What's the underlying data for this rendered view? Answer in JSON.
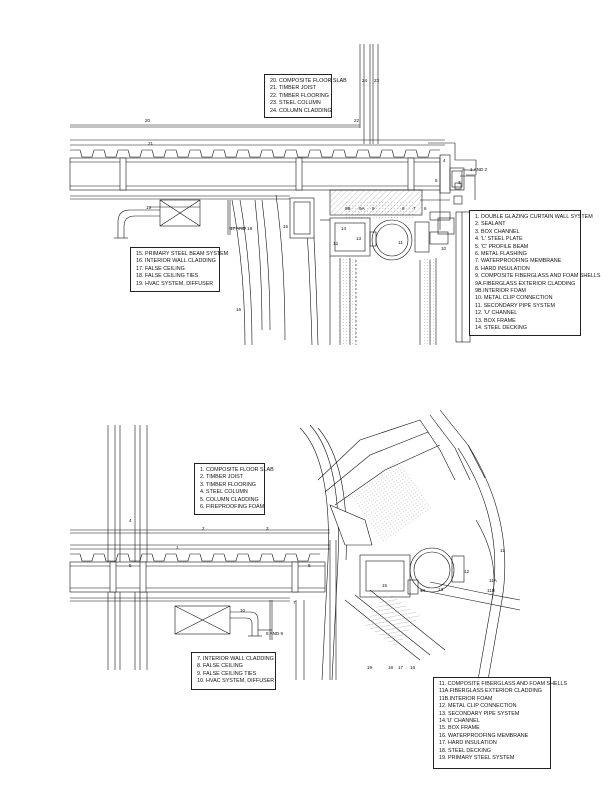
{
  "top_detail": {
    "legend_floor": [
      "20. COMPOSITE FLOOR SLAB",
      "21. TIMBER JOIST",
      "22. TIMBER FLOORING",
      "23. STEEL COLUMN",
      "24. COLUMN CLADDING"
    ],
    "legend_ceiling": [
      "15. PRIMARY STEEL BEAM SYSTEM",
      "16. INTERIOR WALL CLADDING",
      "17. FALSE CEILING",
      "18. FALSE CEILING TIES",
      "19. HVAC SYSTEM, DIFFUSER"
    ],
    "legend_facade": [
      "1. DOUBLE GLAZING CURTAIN WALL SYSTEM",
      "2. SEALANT",
      "3. BOX CHANNEL",
      "4. 'L' STEEL PLATE",
      "5. 'C' PROFILE BEAM",
      "6. METAL FLASHING",
      "7. WATERPROOFING MEMBRANE",
      "8. HARD INSULATION",
      "9. COMPOSITE FIBERGLASS AND FOAM SHELLS",
      "9A.FIBERGLASS EXTERIOR CLADDING",
      "9B.INTERIOR FOAM",
      "10. METAL CLIP CONNECTION",
      "11. SECONDARY PIPE SYSTEM",
      "12. 'U' CHANNEL",
      "13. BOX FRAME",
      "14. STEEL DECKING"
    ],
    "tags": {
      "t24": "24",
      "t20": "20",
      "t23": "23",
      "t22": "22",
      "t21": "21",
      "t1and2": "1 AND 2",
      "t3": "3",
      "t4": "4",
      "t5": "5",
      "t6": "6",
      "t7": "7",
      "t8": "8",
      "t9": "9",
      "t9a": "9A",
      "t9b": "9B",
      "t10": "10",
      "t11": "11",
      "t12": "12",
      "t13": "13",
      "t14": "14",
      "t15": "15",
      "t16": "16",
      "t17and18": "17 AND 18",
      "t19": "19"
    }
  },
  "bottom_detail": {
    "legend_floor": [
      "1. COMPOSITE FLOOR SLAB",
      "2. TIMBER JOIST",
      "3. TIMBER FLOORING",
      "4. STEEL COLUMN",
      "5. COLUMN CLADDING",
      "6. FIREPROOFING FOAM"
    ],
    "legend_ceiling": [
      "7. INTERIOR WALL CLADDING",
      "8. FALSE CEILING",
      "9. FALSE CEILING TIES",
      "10. HVAC SYSTEM, DIFFUSER"
    ],
    "legend_facade": [
      "11. COMPOSITE FIBERGLASS AND FOAM SHELLS",
      "11A.FIBERGLASS EXTERIOR CLADDING",
      "11B.INTERIOR FOAM",
      "12. METAL CLIP CONNECTION",
      "13. SECONDARY PIPE SYSTEM",
      "14.'U' CHANNEL",
      "15. BOX FRAME",
      "16. WATERPROOFING MEMBRANE",
      "17. HARD INSULATION",
      "18. STEEL DECKING",
      "19. PRIMARY STEEL SYSTEM"
    ],
    "tags": {
      "t1": "1",
      "t2": "2",
      "t3": "3",
      "t4": "4",
      "t5": "5",
      "t6": "6",
      "t7": "7",
      "t8and9": "8 AND 9",
      "t10": "10",
      "t11": "11",
      "t11a": "11A",
      "t11b": "11B",
      "t12": "12",
      "t13": "13",
      "t14": "14",
      "t15": "15",
      "t16": "16",
      "t17": "17",
      "t18": "18",
      "t19": "19"
    }
  }
}
